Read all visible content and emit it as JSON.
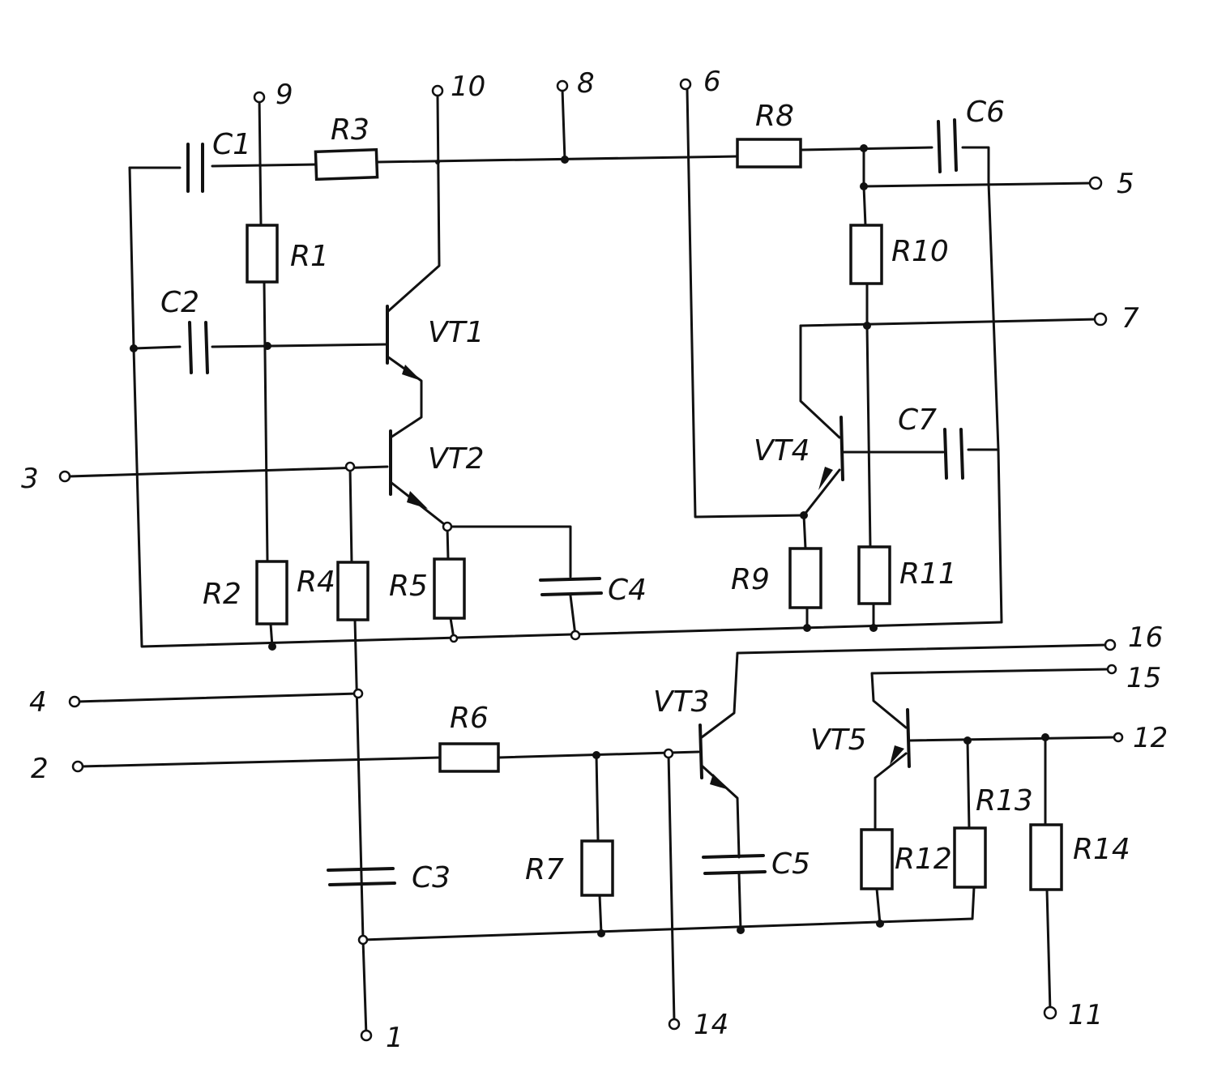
{
  "components": {
    "resistors": [
      "R1",
      "R2",
      "R3",
      "R4",
      "R5",
      "R6",
      "R7",
      "R8",
      "R9",
      "R10",
      "R11",
      "R12",
      "R13",
      "R14"
    ],
    "capacitors": [
      "C1",
      "C2",
      "C3",
      "C4",
      "C5",
      "C6",
      "C7"
    ],
    "transistors": [
      "VT1",
      "VT2",
      "VT3",
      "VT4",
      "VT5"
    ]
  },
  "pins": [
    "1",
    "2",
    "3",
    "4",
    "5",
    "6",
    "7",
    "8",
    "9",
    "10",
    "11",
    "12",
    "14",
    "15",
    "16"
  ]
}
